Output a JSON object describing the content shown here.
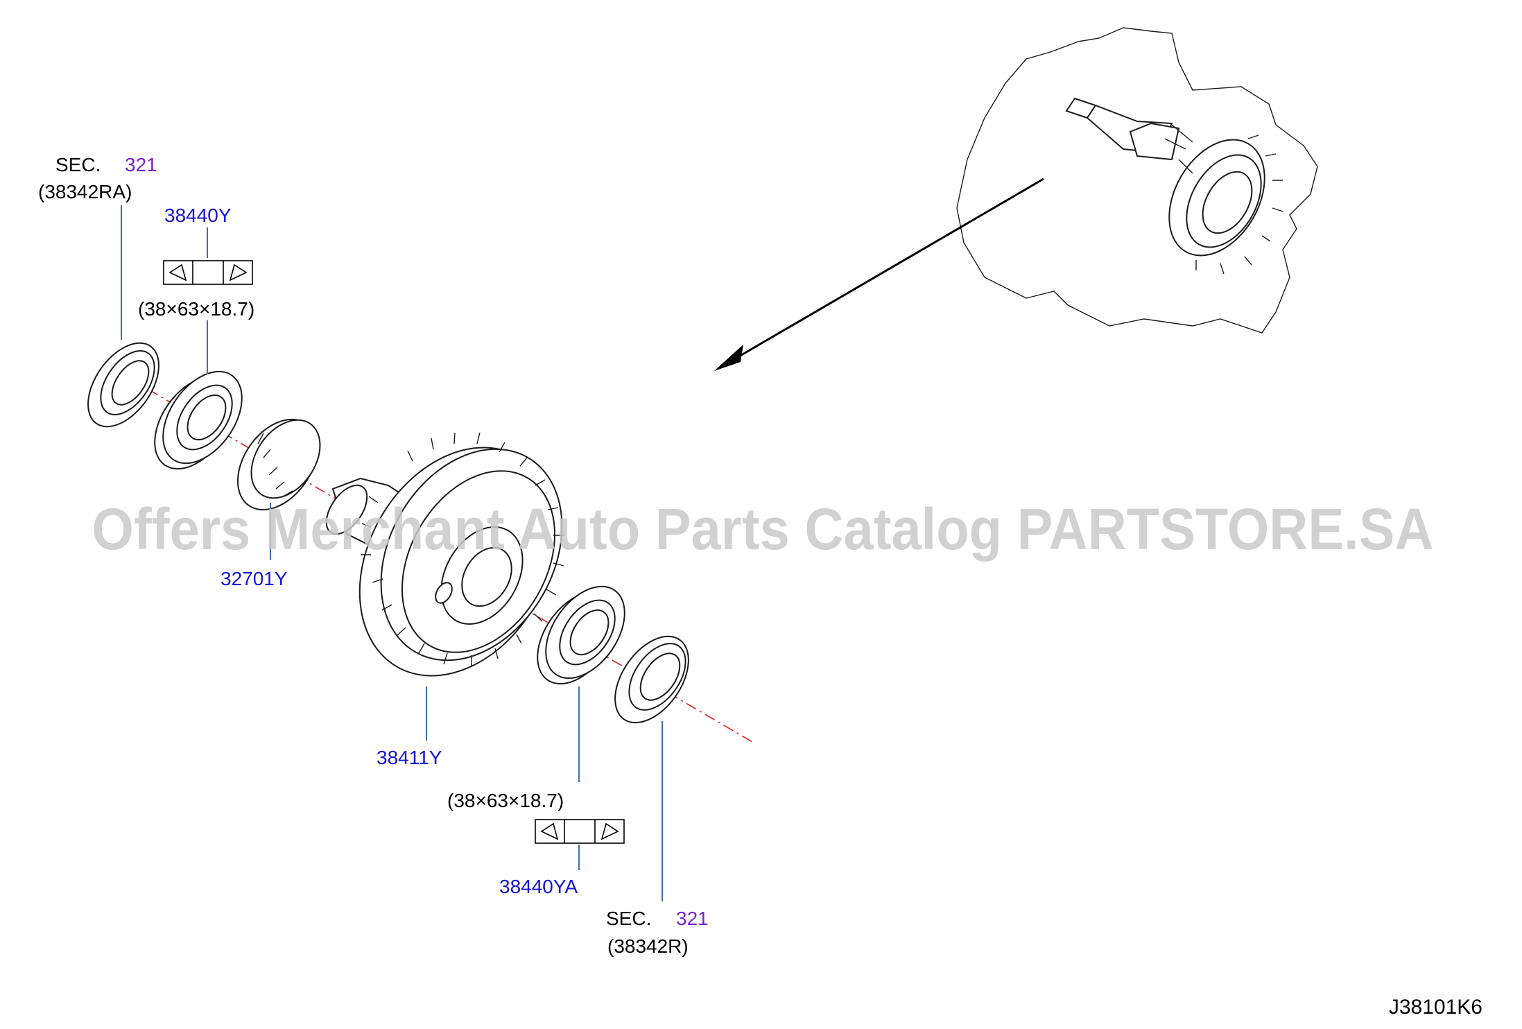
{
  "watermark": "Offers Merchant Auto Parts Catalog PARTSTORE.SA",
  "diagram_id": "J38101K6",
  "callouts": {
    "sec_top_prefix": "SEC.",
    "sec_top_number": "321",
    "sec_top_ref": "(38342RA)",
    "shim_top_part": "38440Y",
    "shim_top_dims": "(38×63×18.7)",
    "side_gear_part": "32701Y",
    "diff_assy_part": "38411Y",
    "shim_bottom_dims": "(38×63×18.7)",
    "shim_bottom_part": "38440YA",
    "sec_bottom_prefix": "SEC.",
    "sec_bottom_number": "321",
    "sec_bottom_ref": "(38342R)"
  },
  "colors": {
    "part_number_link": "#1414d4",
    "section_link": "#7a1fd8",
    "leader_line": "#3d6fb8",
    "center_line": "#e0201b",
    "watermark": "#c9c9c9"
  }
}
